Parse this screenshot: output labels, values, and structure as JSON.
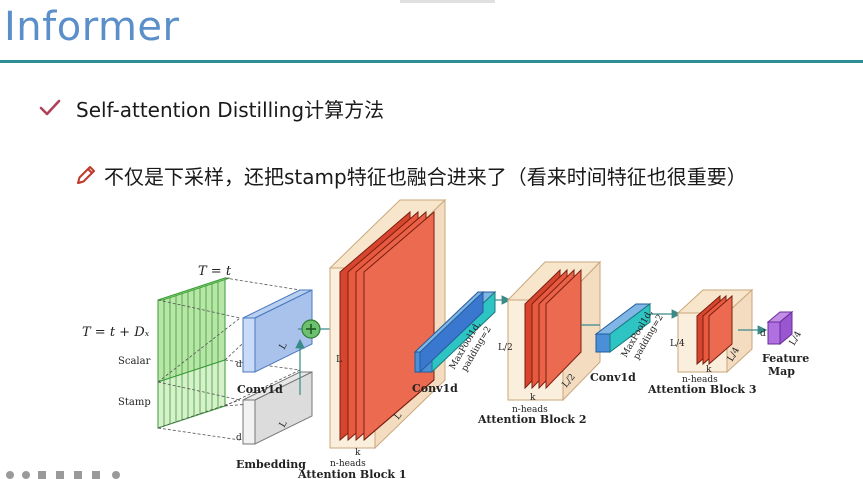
{
  "slide": {
    "title": "Informer",
    "bullet": "Self-attention Distilling计算方法",
    "note": "不仅是下采样，还把stamp特征也融合进来了（看来时间特征也很重要）"
  },
  "diagram": {
    "label_t_eq_t": "T = t",
    "label_t_plus": "T = t + Dₓ",
    "label_scalar": "Scalar",
    "label_stamp": "Stamp",
    "label_conv1d_a": "Conv1d",
    "label_embedding": "Embedding",
    "label_d_top": "d",
    "label_d_bottom": "d",
    "label_L_top": "L",
    "label_L_bottom": "L",
    "label_L_block1": "L",
    "label_L_block1_bottom": "L",
    "label_k1": "k",
    "label_nheads1": "n-heads",
    "label_block1": "Attention Block 1",
    "label_conv1d_b": "Conv1d",
    "label_maxpool_1": "MaxPool1d,",
    "label_padding_1": "padding=2",
    "label_L2_left": "L/2",
    "label_L2_bottom": "L/2",
    "label_k2": "k",
    "label_nheads2": "n-heads",
    "label_block2": "Attention Block 2",
    "label_conv1d_c": "Conv1d",
    "label_maxpool_2": "MaxPool1d,",
    "label_padding_2": "padding=2",
    "label_L4_left": "L/4",
    "label_L4_bottom": "L/4",
    "label_k3": "k",
    "label_nheads3": "n-heads",
    "label_block3": "Attention Block 3",
    "label_d_feat": "d",
    "label_L4_feat": "L/4",
    "label_feature": "Feature",
    "label_map": "Map"
  }
}
